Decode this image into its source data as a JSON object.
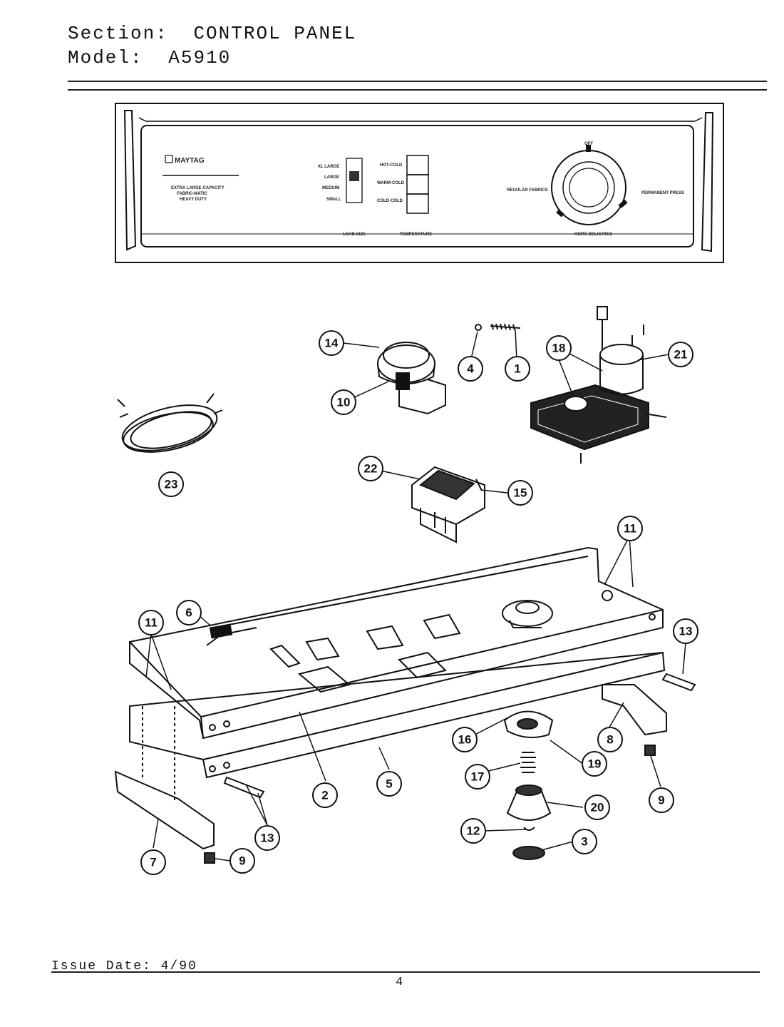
{
  "header": {
    "section_label": "Section:",
    "section_value": "CONTROL PANEL",
    "model_label": "Model:",
    "model_value": "A5910"
  },
  "footer": {
    "issue_date": "Issue Date: 4/90",
    "page_number": "4"
  },
  "console": {
    "brand": "MAYTAG",
    "tagline_1": "EXTRA LARGE CAPACITY",
    "tagline_2": "FABRIC-MATIC",
    "tagline_3": "HEAVY DUTY",
    "load_sizes": [
      "XL LARGE",
      "LARGE",
      "MEDIUM",
      "SMALL"
    ],
    "load_size_label": "LOAD SIZE",
    "temperatures": [
      "HOT-COLD",
      "WARM-COLD",
      "COLD-COLD"
    ],
    "temperature_label": "TEMPERATURE",
    "dial_labels": {
      "regular": "REGULAR FABRICS",
      "permanent": "PERMANENT PRESS",
      "knits": "KNITS DELICATES",
      "off": "OFF"
    }
  },
  "callouts": [
    "1",
    "2",
    "3",
    "4",
    "5",
    "6",
    "7",
    "8",
    "9",
    "10",
    "11",
    "12",
    "13",
    "14",
    "15",
    "16",
    "17",
    "18",
    "19",
    "20",
    "21",
    "22",
    "23"
  ]
}
